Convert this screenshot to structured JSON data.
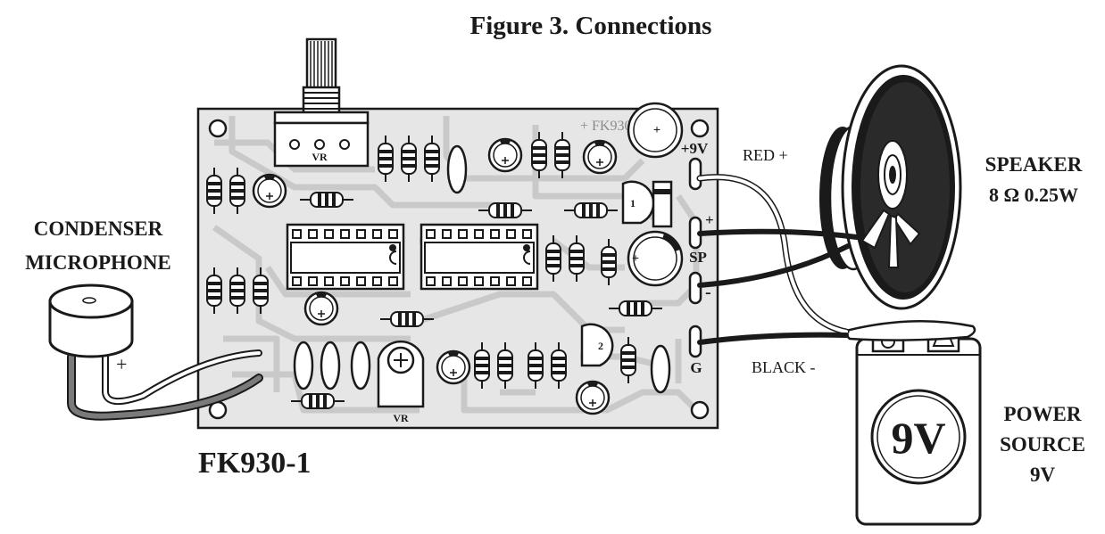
{
  "figure": {
    "title": "Figure 3. Connections",
    "board_label": "FK930-1",
    "board_silkscreen": "+ FK930-1",
    "mic_label_line1": "CONDENSER",
    "mic_label_line2": "MICROPHONE",
    "mic_plus": "+",
    "speaker_label_line1": "SPEAKER",
    "speaker_label_line2": "8 Ω 0.25W",
    "power_label_line1": "POWER",
    "power_label_line2": "SOURCE",
    "power_label_line3": "9V",
    "battery_label": "9V",
    "wire_red": "RED +",
    "wire_black": "BLACK -",
    "terminal_9v": "+9V",
    "terminal_plus": "+",
    "terminal_sp": "SP",
    "terminal_minus": "-",
    "terminal_g": "G",
    "vr_top": "VR",
    "vr_bottom": "VR",
    "transistor_1": "1",
    "transistor_2": "2"
  },
  "colors": {
    "ink": "#1a1a1a",
    "board": "#e6e6e6",
    "trace": "#c9c9c9",
    "wire_white": "#ffffff",
    "wire_black": "#1a1a1a",
    "wire_grey": "#7a7a7a"
  }
}
